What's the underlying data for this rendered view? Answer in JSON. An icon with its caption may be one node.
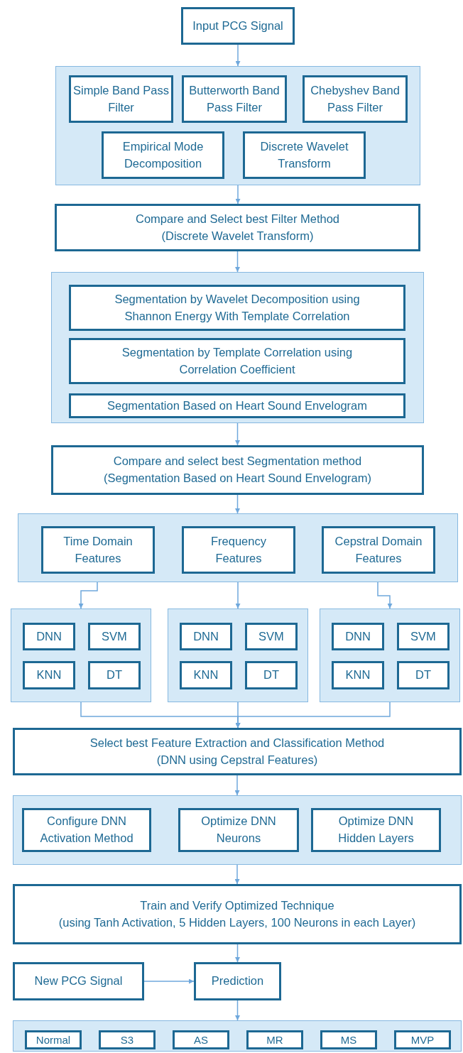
{
  "diagram": {
    "nodes": [
      {
        "text": [
          "Input PCG Signal"
        ]
      },
      {
        "text": [],
        "shape": "box"
      },
      {
        "text": [
          "Simple Band Pass Filter"
        ],
        "in": 1
      },
      {
        "text": [
          "Butterworth Band Pass Filter"
        ],
        "in": 1
      },
      {
        "text": [
          "Chebyshev Band Pass Filter"
        ],
        "in": 1
      },
      {
        "text": [
          "Empirical Mode Decomposition"
        ],
        "in": 1
      },
      {
        "text": [
          "Discrete Wavelet Transform"
        ],
        "in": 1
      },
      {
        "text": [
          "Compare and Select best Filter Method",
          "(Discrete Wavelet Transform)"
        ]
      },
      {
        "text": [],
        "shape": "box"
      },
      {
        "text": [
          "Segmentation by Wavelet Decomposition using Shannon Energy With Template Correlation"
        ],
        "in": 8
      },
      {
        "text": [
          "Segmentation by Template Correlation using Correlation Coefficient"
        ],
        "in": 8
      },
      {
        "text": [
          "Segmentation Based on Heart Sound Envelogram"
        ],
        "in": 8
      },
      {
        "text": [
          "Compare and select best Segmentation method",
          "(Segmentation Based on Heart Sound Envelogram)"
        ]
      },
      {
        "text": [],
        "shape": "box"
      },
      {
        "text": [
          "Time Domain Features"
        ],
        "in": 13
      },
      {
        "text": [
          "Frequency Features"
        ],
        "in": 13
      },
      {
        "text": [
          "Cepstral Domain Features"
        ],
        "in": 13
      },
      {
        "text": [],
        "shape": "box"
      },
      {
        "text": [
          "DNN"
        ],
        "in": 17
      },
      {
        "text": [
          "SVM"
        ],
        "in": 17
      },
      {
        "text": [
          "KNN"
        ],
        "in": 17
      },
      {
        "text": [
          "DT"
        ],
        "in": 17
      },
      {
        "text": [],
        "shape": "box"
      },
      {
        "text": [
          "DNN"
        ],
        "in": 22
      },
      {
        "text": [
          "SVM"
        ],
        "in": 22
      },
      {
        "text": [
          "KNN"
        ],
        "in": 22
      },
      {
        "text": [
          "DT"
        ],
        "in": 22
      },
      {
        "text": [],
        "shape": "box"
      },
      {
        "text": [
          "DNN"
        ],
        "in": 27
      },
      {
        "text": [
          "SVM"
        ],
        "in": 27
      },
      {
        "text": [
          "KNN"
        ],
        "in": 27
      },
      {
        "text": [
          "DT"
        ],
        "in": 27
      },
      {
        "text": [
          "Select best Feature Extraction and Classification Method",
          "(DNN using Cepstral Features)"
        ]
      },
      {
        "text": [],
        "shape": "box"
      },
      {
        "text": [
          "Configure DNN Activation Method"
        ],
        "in": 33
      },
      {
        "text": [
          "Optimize DNN Neurons"
        ],
        "in": 33
      },
      {
        "text": [
          "Optimize DNN Hidden Layers"
        ],
        "in": 33
      },
      {
        "text": [
          "Train and Verify Optimized Technique",
          "(using Tanh Activation, 5 Hidden Layers, 100 Neurons in each Layer)"
        ]
      },
      {
        "text": [
          "New PCG Signal"
        ]
      },
      {
        "text": [
          "Prediction"
        ]
      },
      {
        "text": [],
        "shape": "box"
      },
      {
        "text": [
          "Normal"
        ],
        "in": 40
      },
      {
        "text": [
          "S3"
        ],
        "in": 40
      },
      {
        "text": [
          "AS"
        ],
        "in": 40
      },
      {
        "text": [
          "MR"
        ],
        "in": 40
      },
      {
        "text": [
          "MS"
        ],
        "in": 40
      },
      {
        "text": [
          "MVP"
        ],
        "in": 40
      }
    ],
    "edges": [
      {
        "from": 0,
        "to": 1,
        "arrow": "to"
      },
      {
        "from": 1,
        "to": 7,
        "arrow": "to"
      },
      {
        "from": 7,
        "to": 8,
        "arrow": "to"
      },
      {
        "from": 8,
        "to": 12,
        "arrow": "to"
      },
      {
        "from": 12,
        "to": 13,
        "arrow": "to"
      },
      {
        "from": 14,
        "to": 17,
        "arrow": "to"
      },
      {
        "from": 15,
        "to": 22,
        "arrow": "to"
      },
      {
        "from": 16,
        "to": 27,
        "arrow": "to"
      },
      {
        "from": 17,
        "to": 32,
        "arrow": "to"
      },
      {
        "from": 22,
        "to": 32,
        "arrow": "to"
      },
      {
        "from": 27,
        "to": 32,
        "arrow": "to"
      },
      {
        "from": 32,
        "to": 33,
        "arrow": "to"
      },
      {
        "from": 33,
        "to": 37,
        "arrow": "to"
      },
      {
        "from": 37,
        "to": 39,
        "arrow": "to"
      },
      {
        "from": 38,
        "to": 39,
        "arrow": "to"
      },
      {
        "from": 39,
        "to": 40,
        "arrow": "to"
      }
    ]
  }
}
